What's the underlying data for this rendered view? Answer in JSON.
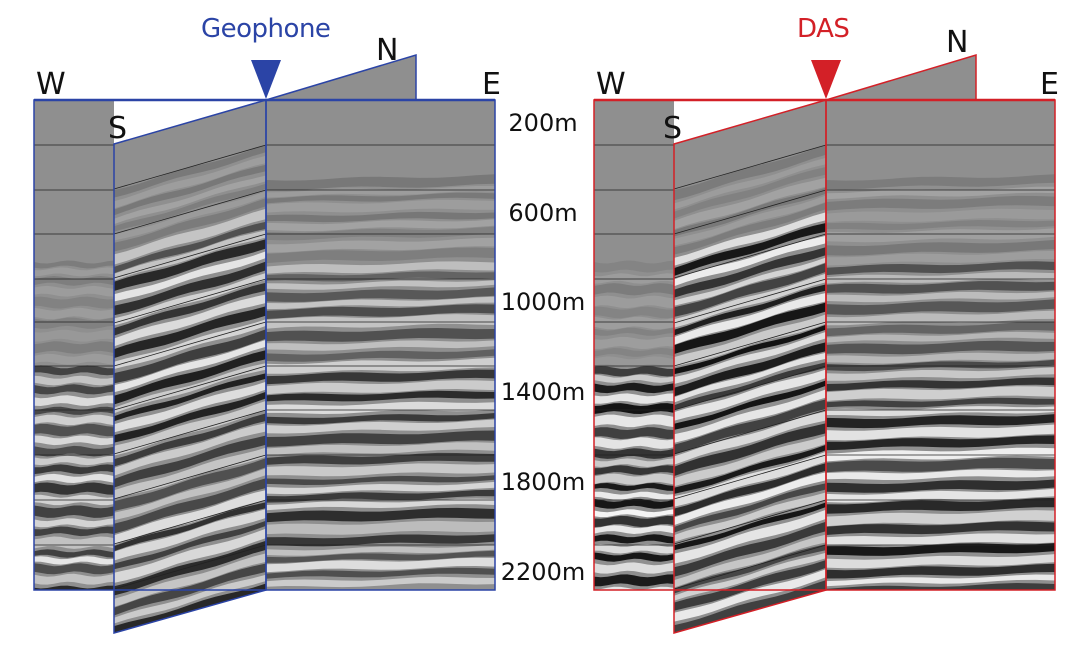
{
  "panels": [
    {
      "id": "geophone",
      "title": "Geophone",
      "color": "#2b44a6",
      "compass": {
        "west": "W",
        "east": "E",
        "south": "S",
        "north": "N"
      }
    },
    {
      "id": "das",
      "title": "DAS",
      "color": "#d32027",
      "compass": {
        "west": "W",
        "east": "E",
        "south": "S",
        "north": "N"
      }
    }
  ],
  "depth_labels": [
    "200m",
    "600m",
    "1000m",
    "1400m",
    "1800m",
    "2200m"
  ],
  "section_colors": {
    "background": "#8f8f8f",
    "dark_reflector": "#111111",
    "light_reflector": "#f4f4f4"
  }
}
